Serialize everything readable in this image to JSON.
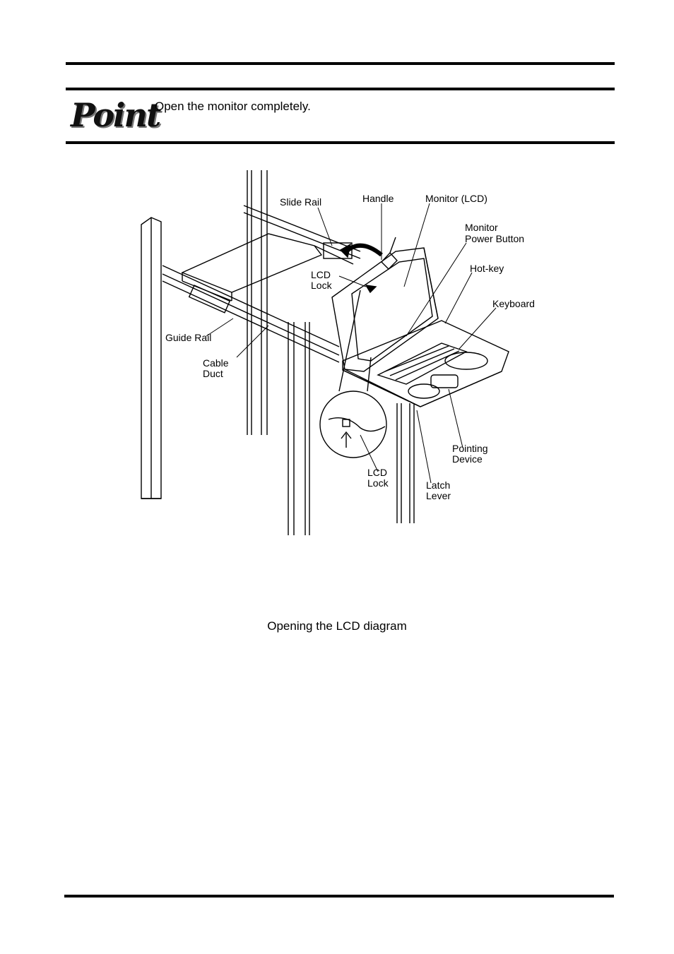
{
  "point": {
    "logo": "Point",
    "text": "Open the monitor completely."
  },
  "figure": {
    "caption": "Opening the LCD diagram",
    "labels": {
      "slide_rail": "Slide Rail",
      "handle": "Handle",
      "monitor_lcd": "Monitor (LCD)",
      "monitor_power_1": "Monitor",
      "monitor_power_2": "Power Button",
      "lcd_lock_top_1": "LCD",
      "lcd_lock_top_2": "Lock",
      "hot_key": "Hot-key",
      "keyboard": "Keyboard",
      "guide_rail": "Guide Rail",
      "cable_duct_1": "Cable",
      "cable_duct_2": "Duct",
      "pointing_device_1": "Pointing",
      "pointing_device_2": "Device",
      "lcd_lock_bottom_1": "LCD",
      "lcd_lock_bottom_2": "Lock",
      "latch_lever_1": "Latch",
      "latch_lever_2": "Lever"
    }
  }
}
